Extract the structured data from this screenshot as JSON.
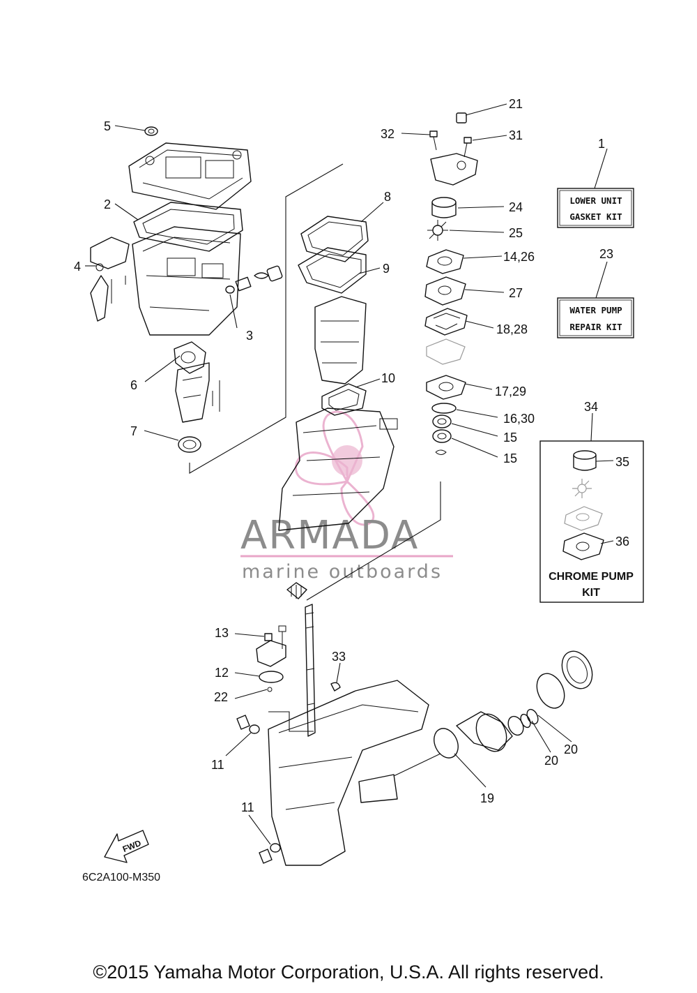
{
  "callouts": {
    "n1": "1",
    "n2": "2",
    "n3": "3",
    "n4": "4",
    "n5": "5",
    "n6": "6",
    "n7": "7",
    "n8": "8",
    "n9": "9",
    "n10": "10",
    "n11a": "11",
    "n11b": "11",
    "n12": "12",
    "n13": "13",
    "n14_26": "14,26",
    "n15a": "15",
    "n15b": "15",
    "n16_30": "16,30",
    "n17_29": "17,29",
    "n18_28": "18,28",
    "n19": "19",
    "n20a": "20",
    "n20b": "20",
    "n21": "21",
    "n22": "22",
    "n23": "23",
    "n24": "24",
    "n25": "25",
    "n27": "27",
    "n31": "31",
    "n32": "32",
    "n33": "33",
    "n34": "34",
    "n35": "35",
    "n36": "36"
  },
  "kits": {
    "lower_unit_line1": "LOWER UNIT",
    "lower_unit_line2": "GASKET KIT",
    "water_pump_line1": "WATER PUMP",
    "water_pump_line2": "REPAIR KIT",
    "chrome_line1": "CHROME PUMP",
    "chrome_line2": "KIT"
  },
  "watermark": {
    "brand": "ARMADA",
    "tagline": "marine outboards",
    "accent_color": "#e8a6c8",
    "text_color": "#8c8c8c"
  },
  "diagram_code": "6C2A100-M350",
  "fwd_label": "FWD",
  "copyright": "©2015 Yamaha Motor Corporation, U.S.A. All rights reserved."
}
